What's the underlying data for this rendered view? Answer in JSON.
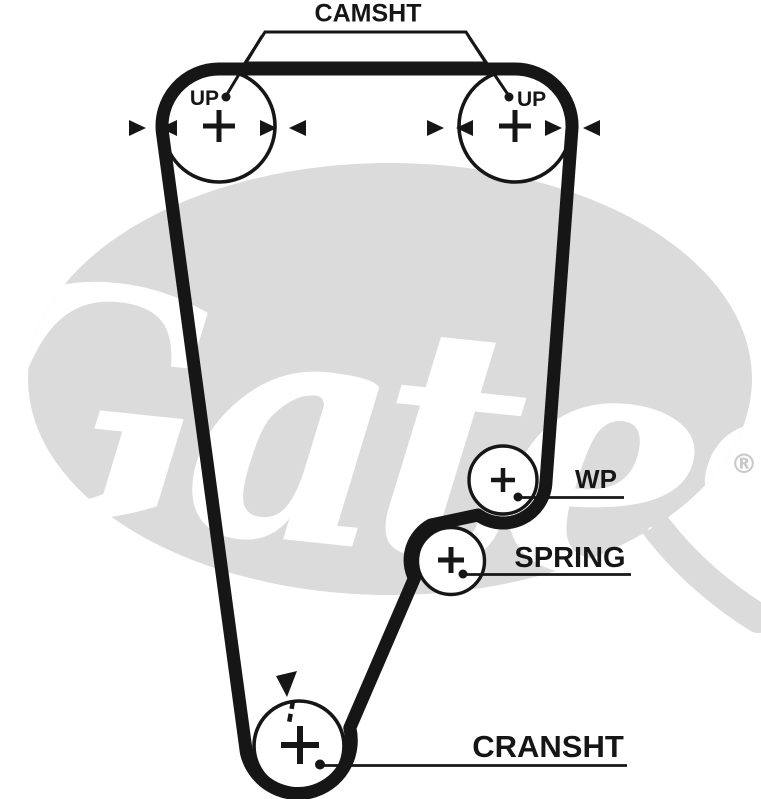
{
  "colors": {
    "ink": "#161616",
    "bg": "#ffffff",
    "gray": "#dbdbdb",
    "gray_dark": "#c9c9c9"
  },
  "watermark": {
    "script": "Gates",
    "registered": "®"
  },
  "labels": {
    "camsht": "CAMSHT",
    "up_left": "UP",
    "up_right": "UP",
    "wp": "WP",
    "spring": "SPRING",
    "cransht": "CRANSHT"
  }
}
